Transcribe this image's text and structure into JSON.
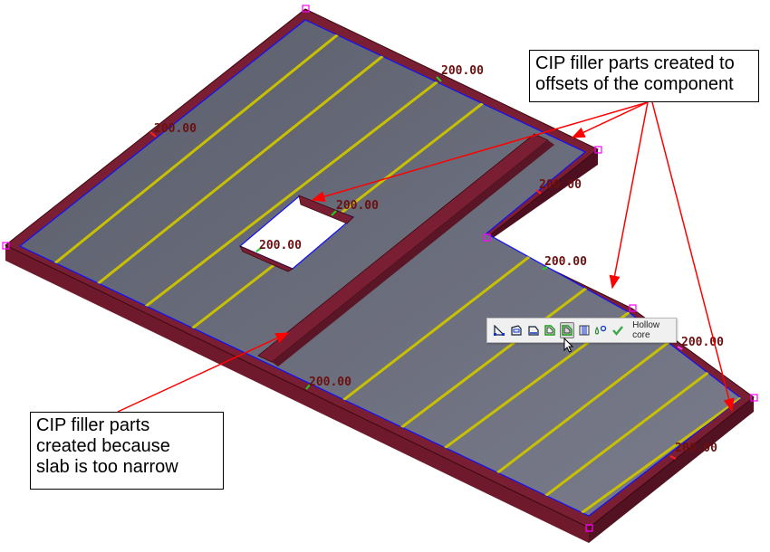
{
  "dimensions": {
    "left_edge": "200.00",
    "top_edge": "200.00",
    "notch_top": "200.00",
    "hole_right": "200.00",
    "hole_left": "200.00",
    "notch_bottom": "200.00",
    "right_upper": "200.00",
    "right_lower": "200.00",
    "bottom_edge": "200.00"
  },
  "callouts": {
    "offsets": [
      "CIP filler parts created to",
      "offsets of the component"
    ],
    "narrow": [
      "CIP filler parts",
      "created because",
      "slab is too narrow"
    ]
  },
  "toolbar": {
    "buttons": [
      "polygon-edit-icon",
      "edge-offset-icon",
      "edge-dimension-icon",
      "filler-outline-icon",
      "filler-offset-icon",
      "slab-strips-icon",
      "properties-icon",
      "apply-check-icon"
    ],
    "active_button": "filler-offset-icon",
    "label": "Hollow core"
  },
  "colors": {
    "slab_top": "#666a78",
    "filler": "#7a1f33",
    "joint": "#c8c000",
    "outline": "#1010ff",
    "arrow": "#ff0000",
    "handle": "#ff00ff"
  }
}
